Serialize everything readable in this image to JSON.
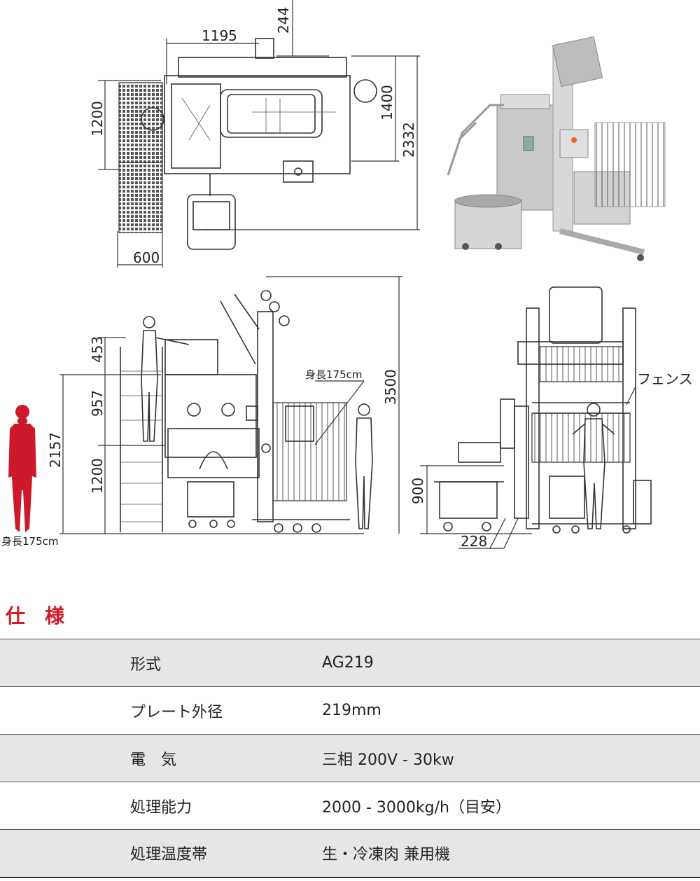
{
  "drawing": {
    "top_dims": {
      "width_1195": "1195",
      "offset_244": "244",
      "depth_1400": "1400",
      "depth_2332": "2332",
      "height_1200": "1200",
      "step_600": "600"
    },
    "side_dims": {
      "d453": "453",
      "d957": "957",
      "d1200": "1200",
      "d2157": "2157",
      "d3500": "3500",
      "person_label": "身長175cm"
    },
    "front_dims": {
      "d900": "900",
      "d228": "228",
      "fence_label": "フェンス"
    },
    "figure_label": "身長175cm",
    "colors": {
      "figure": "#cc1a2a",
      "line": "#333333"
    }
  },
  "spec": {
    "title": "仕様",
    "rows": [
      {
        "label": "形式",
        "value": "AG219"
      },
      {
        "label": "プレート外径",
        "value": "219mm"
      },
      {
        "label": "電　気",
        "value": "三相 200V - 30kw"
      },
      {
        "label": "処理能力",
        "value": "2000 - 3000kg/h（目安）"
      },
      {
        "label": "処理温度帯",
        "value": "生・冷凍肉 兼用機"
      }
    ]
  }
}
